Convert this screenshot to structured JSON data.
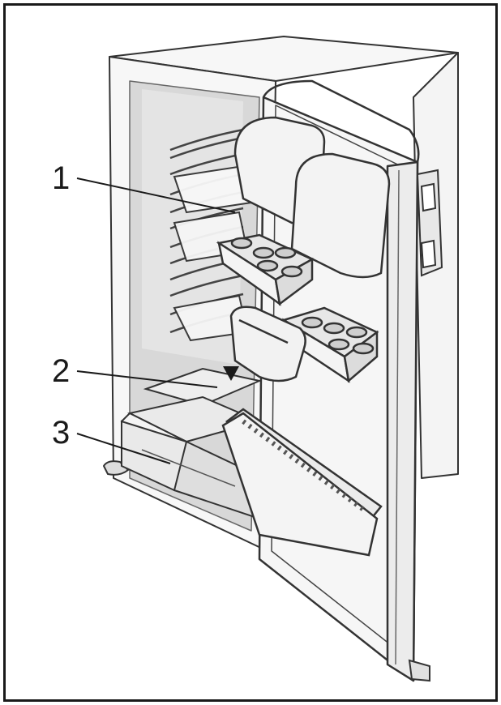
{
  "callouts": [
    {
      "number": "1",
      "part": "glass-shelf"
    },
    {
      "number": "2",
      "part": "drip-channel-arrow"
    },
    {
      "number": "3",
      "part": "vegetable-crisper"
    }
  ],
  "colors": {
    "line": "#333333",
    "fill_light": "#f2f2f2",
    "fill_mid": "#e6e6e6",
    "fill_dark": "#cfcfcf",
    "frame": "#1a1a1a"
  }
}
